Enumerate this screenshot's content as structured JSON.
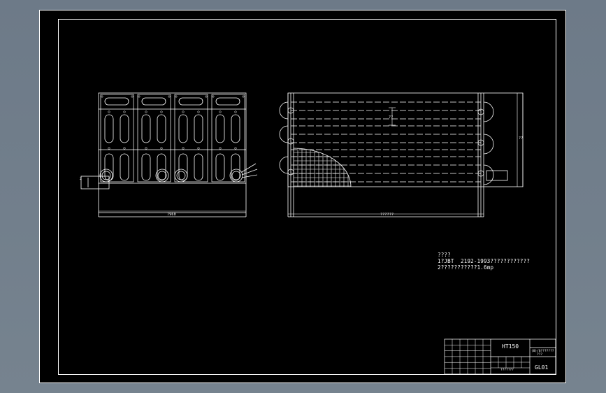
{
  "notes": {
    "heading": "????",
    "line1": "1?JBT  2192-1993????????????",
    "line2": "2???????????1.6mp"
  },
  "title_block": {
    "material": "HT150",
    "drawing_no": "GL01",
    "right_small": "(0)/6???????",
    "right_small2": "???",
    "bottom_row": "???????"
  },
  "dimensions": {
    "left_width": "7960",
    "right_width": "??????",
    "left_side_mark": "2",
    "right_side": "??",
    "center_mark": "??"
  },
  "colors": {
    "background": "#000000",
    "line": "#ffffff",
    "hatch": "#ffffff"
  }
}
